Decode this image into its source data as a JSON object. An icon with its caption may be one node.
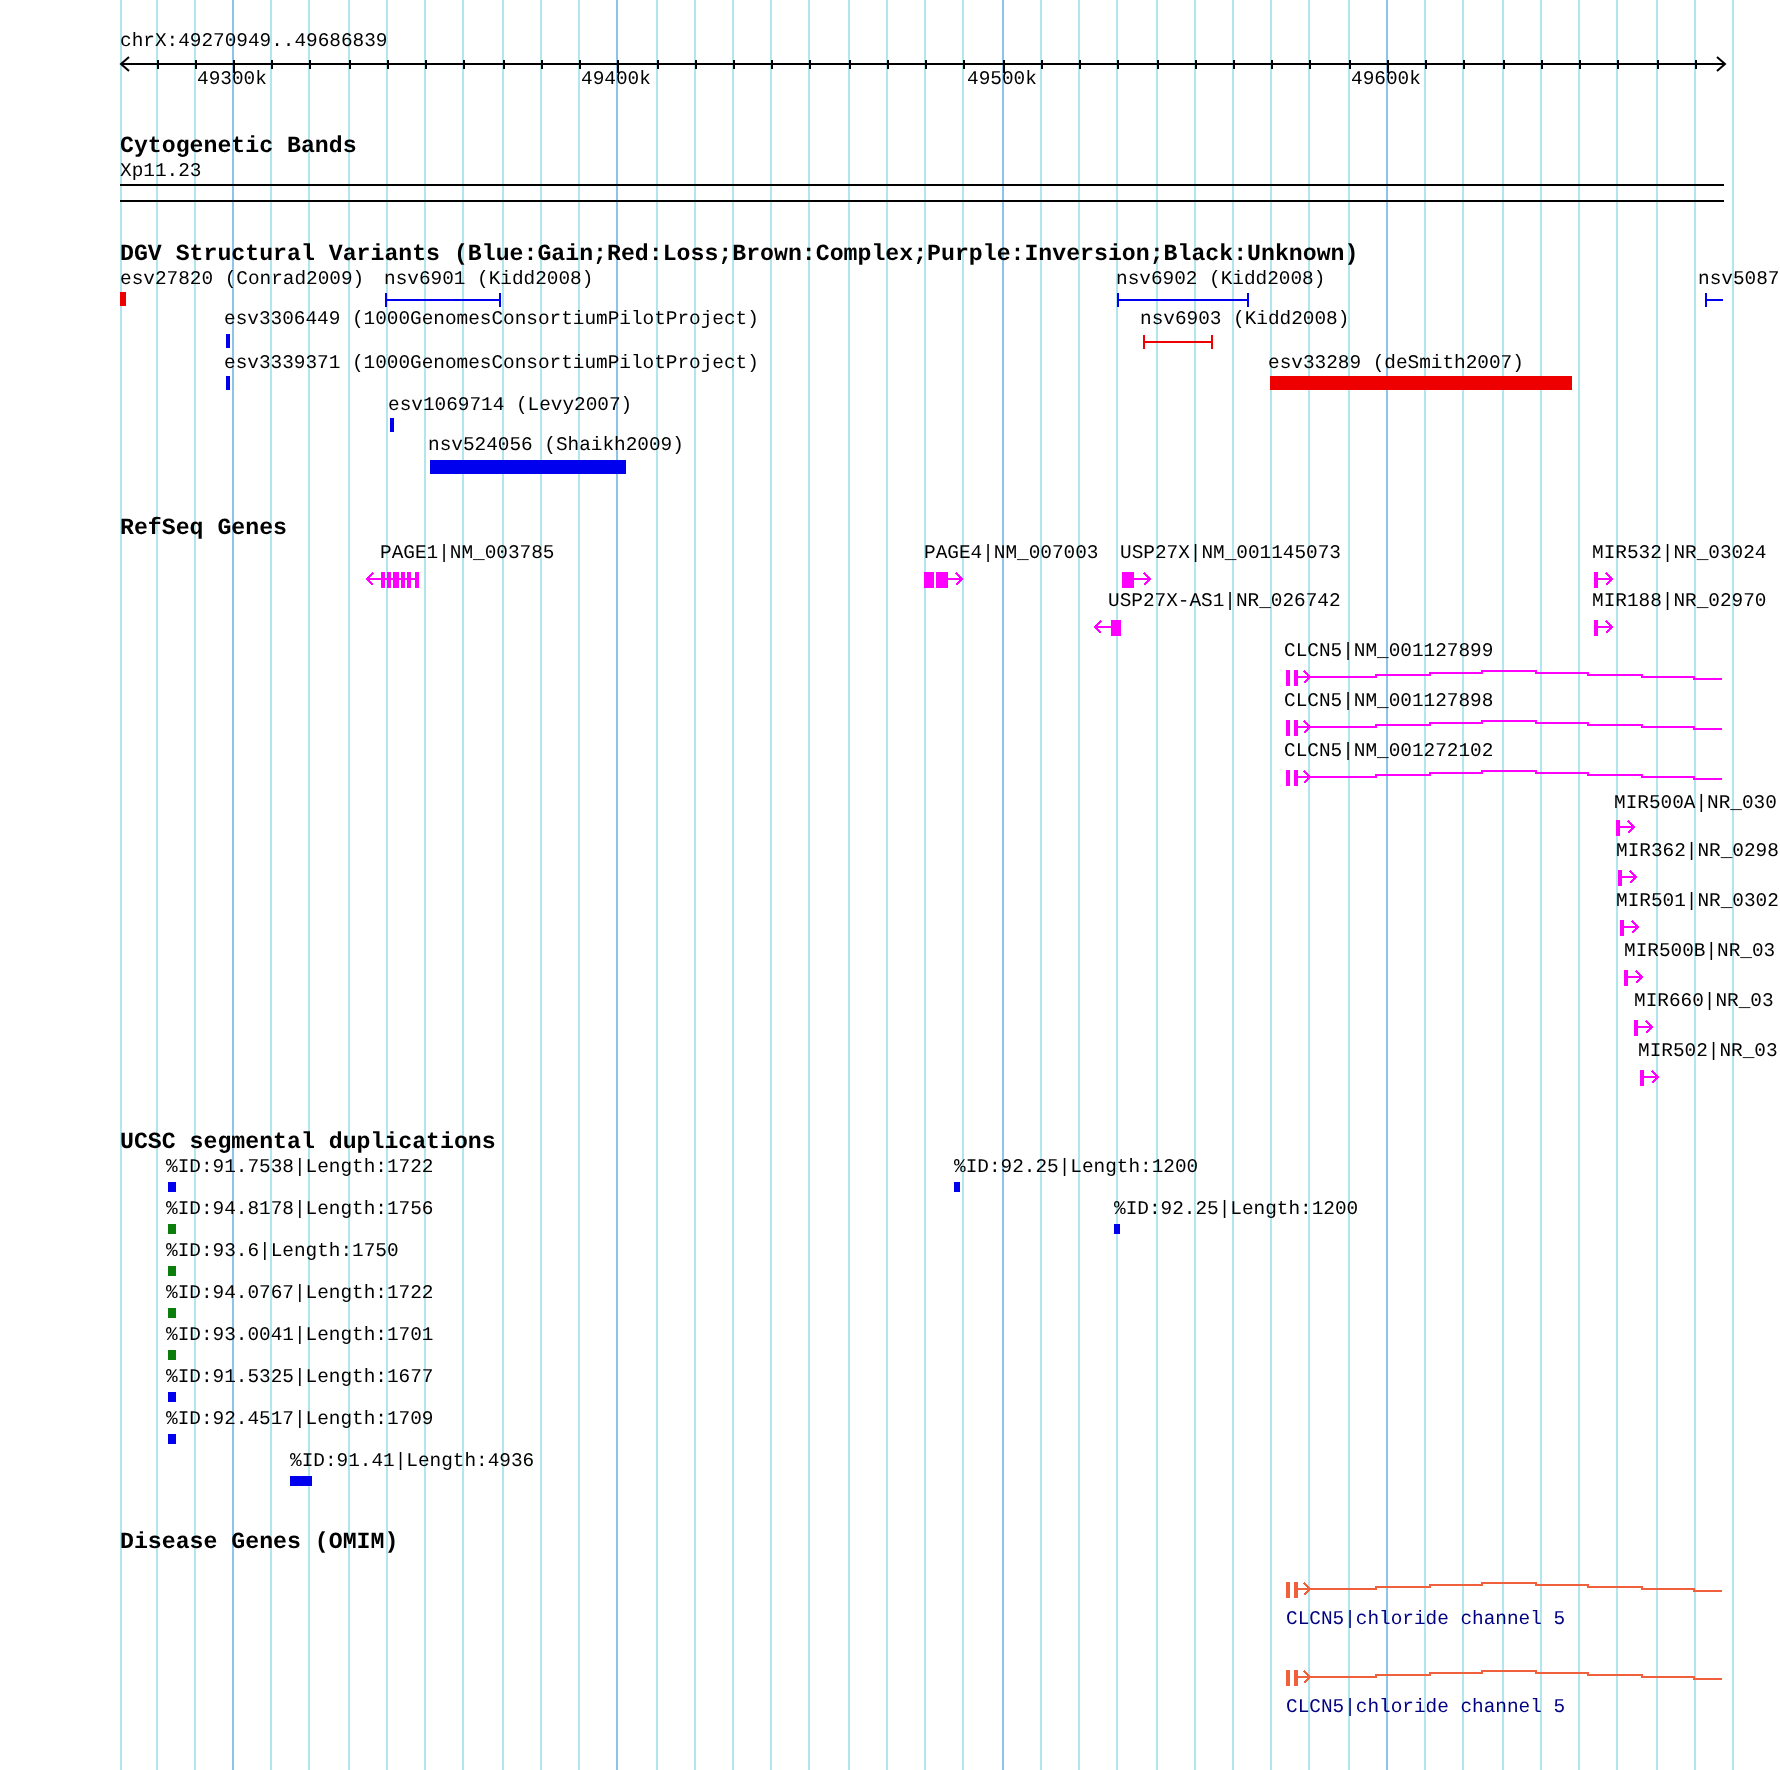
{
  "diagram": {
    "labels": [
      "chrX:49270949..49686839",
      "49300k",
      "49400k",
      "49500k",
      "49600k",
      "Cytogenetic Bands",
      "Xp11.23",
      "DGV Structural Variants (Blue:Gain;Red:Loss;Brown:Complex;Purple:Inversion;Black:Unknown)",
      "esv27820 (Conrad2009)",
      "nsv6901 (Kidd2008)",
      "nsv6902 (Kidd2008)",
      "nsv5087",
      "esv3306449 (1000GenomesConsortiumPilotProject)",
      "nsv6903 (Kidd2008)",
      "esv3339371 (1000GenomesConsortiumPilotProject)",
      "esv33289 (deSmith2007)",
      "esv1069714 (Levy2007)",
      "nsv524056 (Shaikh2009)",
      "RefSeq Genes",
      "PAGE1|NM_003785",
      "PAGE4|NM_007003",
      "USP27X|NM_001145073",
      "MIR532|NR_03024",
      "USP27X-AS1|NR_026742",
      "MIR188|NR_02970",
      "CLCN5|NM_001127899",
      "CLCN5|NM_001127898",
      "CLCN5|NM_001272102",
      "MIR500A|NR_030",
      "MIR362|NR_0298",
      "MIR501|NR_0302",
      "MIR500B|NR_03",
      "MIR660|NR_03",
      "MIR502|NR_03",
      "UCSC segmental duplications",
      "%ID:91.7538|Length:1722",
      "%ID:92.25|Length:1200",
      "%ID:94.8178|Length:1756",
      "%ID:92.25|Length:1200",
      "%ID:93.6|Length:1750",
      "%ID:94.0767|Length:1722",
      "%ID:93.0041|Length:1701",
      "%ID:91.5325|Length:1677",
      "%ID:92.4517|Length:1709",
      "%ID:91.41|Length:4936",
      "Disease Genes (OMIM)",
      "CLCN5|chloride channel 5",
      "CLCN5|chloride channel 5"
    ]
  }
}
